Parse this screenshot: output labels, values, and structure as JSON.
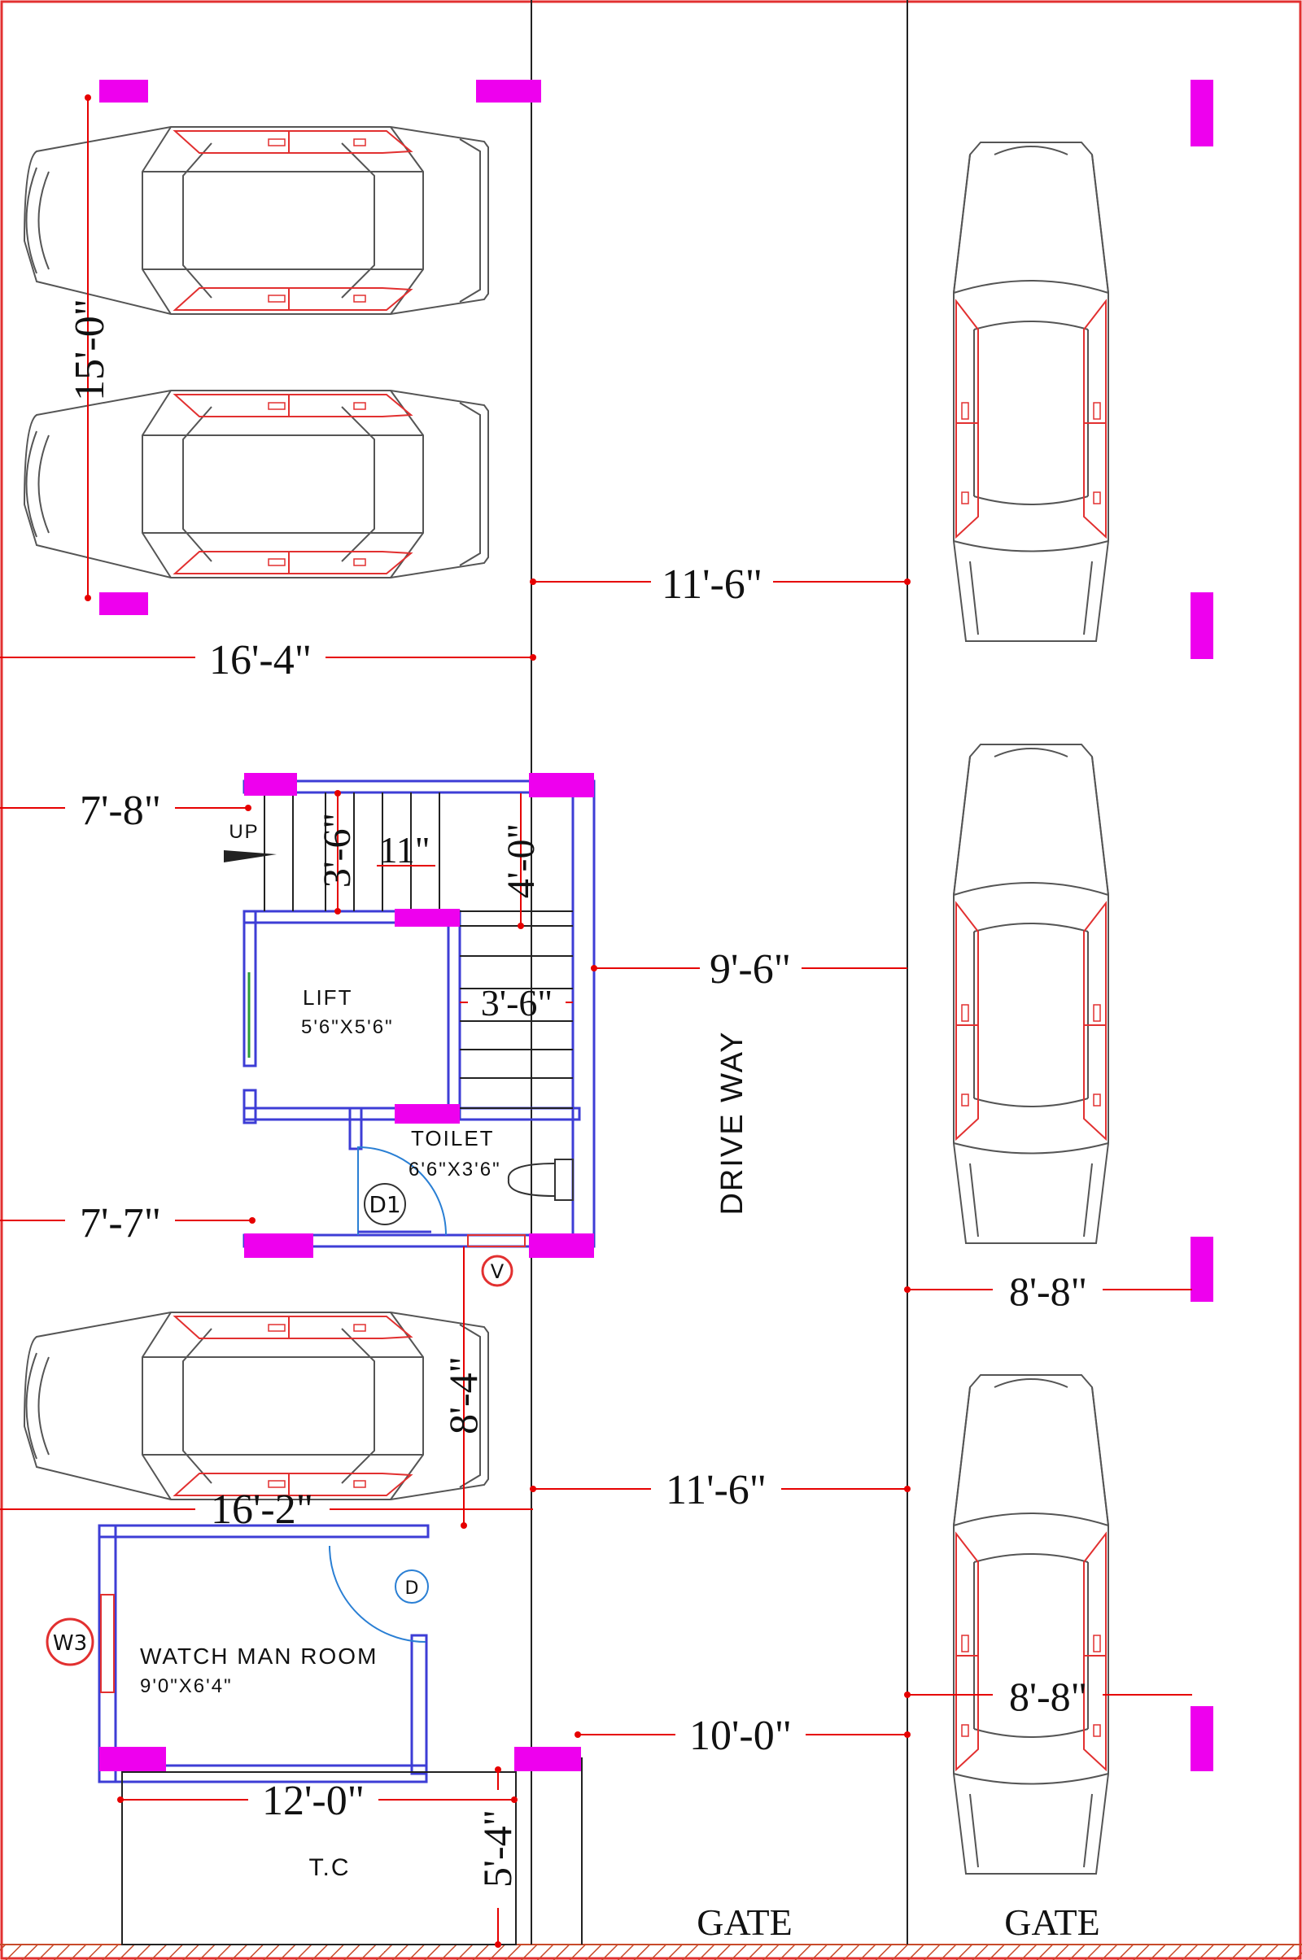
{
  "dimensions": {
    "car_length": "15'-0\"",
    "drive_top": "11'-6\"",
    "left_width_top": "16'-4\"",
    "left_stair": "7'-8\"",
    "stair_tread": "3'-6\"",
    "step": "11\"",
    "landing": "4'-0\"",
    "stair_width": "3'-6\"",
    "drive_mid": "9'-6\"",
    "left_toilet": "7'-7\"",
    "bay_right": "8'-8\"",
    "car_bay": "8'-4\"",
    "drive_lower": "11'-6\"",
    "left_width_lower": "16'-2\"",
    "bay_right_lower": "8'-8\"",
    "drive_bottom": "10'-0\"",
    "watchman_width": "12'-0\"",
    "tc_depth": "5'-4\""
  },
  "rooms": {
    "up": "UP",
    "lift": "LIFT",
    "lift_size": "5'6\"X5'6\"",
    "toilet": "TOILET",
    "toilet_size": "6'6\"X3'6\"",
    "watchman": "WATCH MAN ROOM",
    "watchman_size": "9'0\"X6'4\"",
    "tc": "T.C",
    "driveway": "DRIVE WAY"
  },
  "tags": {
    "d1": "D1",
    "v": "V",
    "d": "D",
    "w3": "W3"
  },
  "gates": {
    "left": "GATE",
    "right": "GATE"
  },
  "colors": {
    "wall": "#3d3dd6",
    "column": "#ee00ee",
    "dimension": "#e60000",
    "car": "#555555",
    "car_detail": "#e23030",
    "door": "#2a7fd4"
  }
}
